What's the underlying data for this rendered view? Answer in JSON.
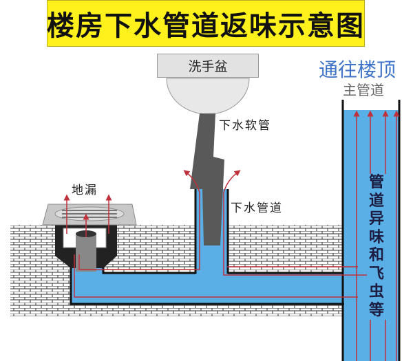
{
  "title": "楼房下水管道返味示意图",
  "labels": {
    "basin": "洗手盆",
    "hose": "下水软管",
    "drain_pipe": "下水管道",
    "floor_drain": "地漏",
    "to_roof": "通往楼顶",
    "main_pipe": "主管道",
    "odor_note": "管道异味和飞虫等"
  },
  "colors": {
    "title_bg": "#fff21c",
    "water": "#5ab0e6",
    "arrow": "#c0303a",
    "label_blue": "#3f74c8"
  }
}
